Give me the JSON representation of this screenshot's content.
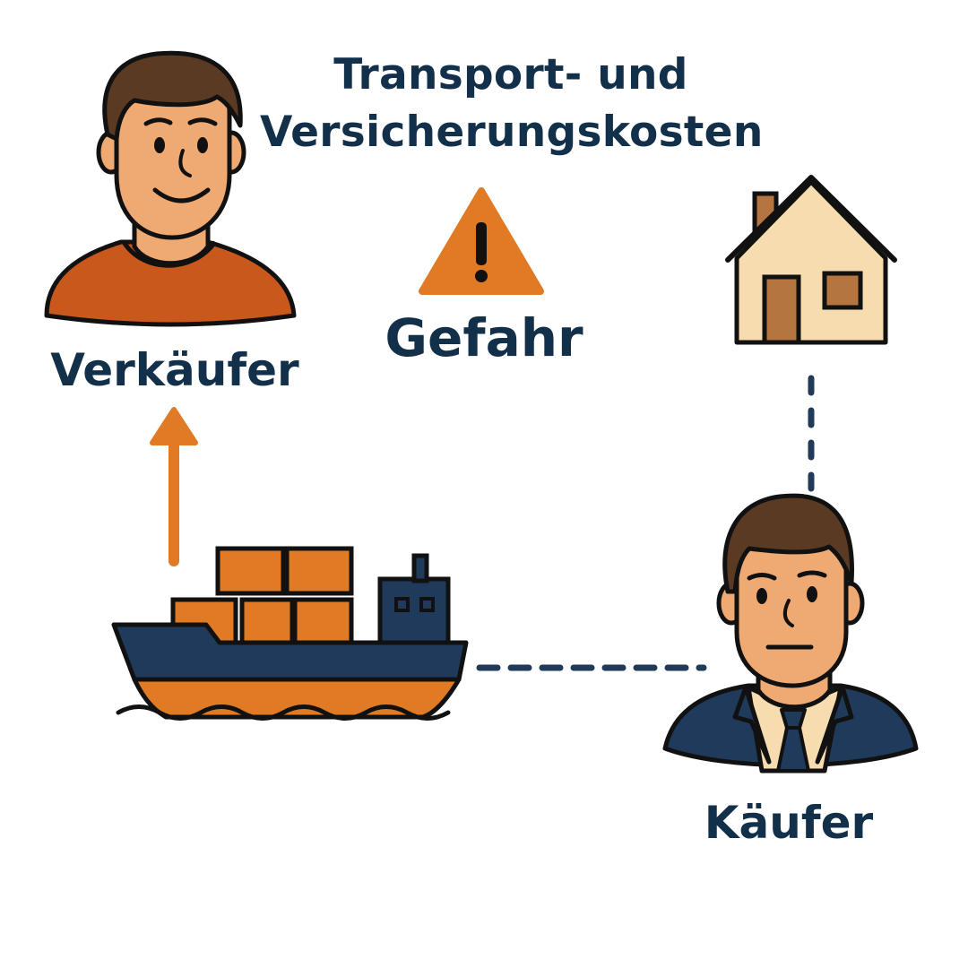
{
  "title": {
    "line1": "Transport- und",
    "line2": "Versicherungskosten"
  },
  "risk": {
    "label": "Gefahr",
    "icon": "warning-triangle-icon"
  },
  "seller": {
    "label": "Verkäufer",
    "icon": "seller-person-icon"
  },
  "buyer": {
    "label": "Käufer",
    "icon": "buyer-businessman-icon"
  },
  "destination": {
    "icon": "house-icon"
  },
  "ship": {
    "icon": "container-ship-icon"
  },
  "connectors": {
    "ship_to_seller": "arrow-up",
    "ship_to_buyer": "dashed-line",
    "buyer_to_house": "dashed-line"
  },
  "colors": {
    "text_navy": "#12304a",
    "accent_orange": "#e07a25",
    "shirt_orange": "#c8581b",
    "skin": "#efaa74",
    "hair_brown": "#5a3a22",
    "ship_navy": "#1f3a5a",
    "house_beige": "#f7dcb0",
    "house_door": "#b57540",
    "outline": "#111111"
  }
}
